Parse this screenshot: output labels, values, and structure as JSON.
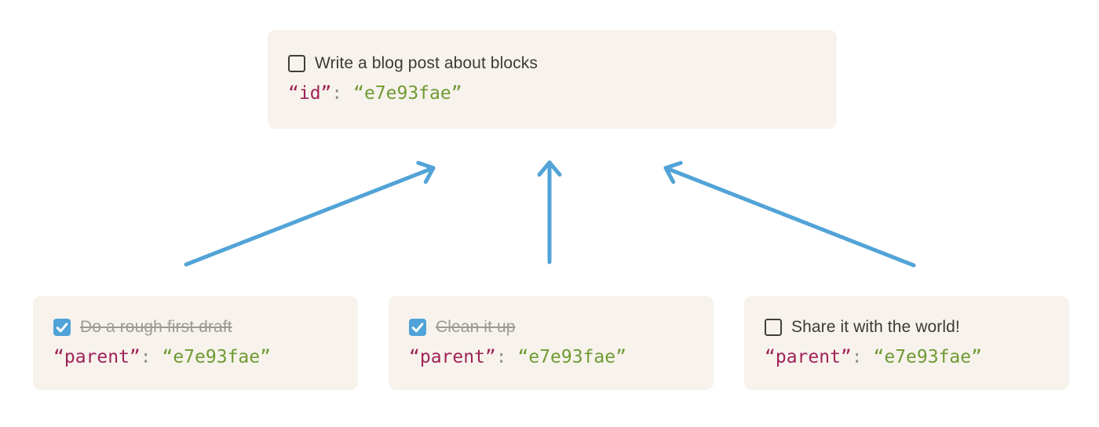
{
  "palette": {
    "page_bg": "#ffffff",
    "card_bg": "#f7f3ec",
    "todo_text": "#3b3a36",
    "done_text": "#9b9a97",
    "code_key": "#a02259",
    "code_punct": "#8f8e8c",
    "code_value": "#6f9a33",
    "arrow_blue": "#52a3d7",
    "checkbox_border": "#403e3a",
    "checkbox_checked_bg": "#4fa3d9",
    "check_mark": "#ffffff"
  },
  "parent_card": {
    "todo_label": "Write a blog post about blocks",
    "checked": false,
    "code_key": "“id”",
    "code_separator": ": ",
    "code_value": "“e7e93fae”"
  },
  "child_cards": [
    {
      "todo_label": "Do a rough first draft",
      "checked": true,
      "code_key": "“parent”",
      "code_separator": ": ",
      "code_value": "“e7e93fae”"
    },
    {
      "todo_label": "Clean it up",
      "checked": true,
      "code_key": "“parent”",
      "code_separator": ": ",
      "code_value": "“e7e93fae”"
    },
    {
      "todo_label": "Share it with the world!",
      "checked": false,
      "code_key": "“parent”",
      "code_separator": ": ",
      "code_value": "“e7e93fae”"
    }
  ],
  "icons": {
    "check_mark": "check-mark-icon",
    "arrows": [
      "arrow-up-right-icon",
      "arrow-up-icon",
      "arrow-up-left-icon"
    ]
  }
}
